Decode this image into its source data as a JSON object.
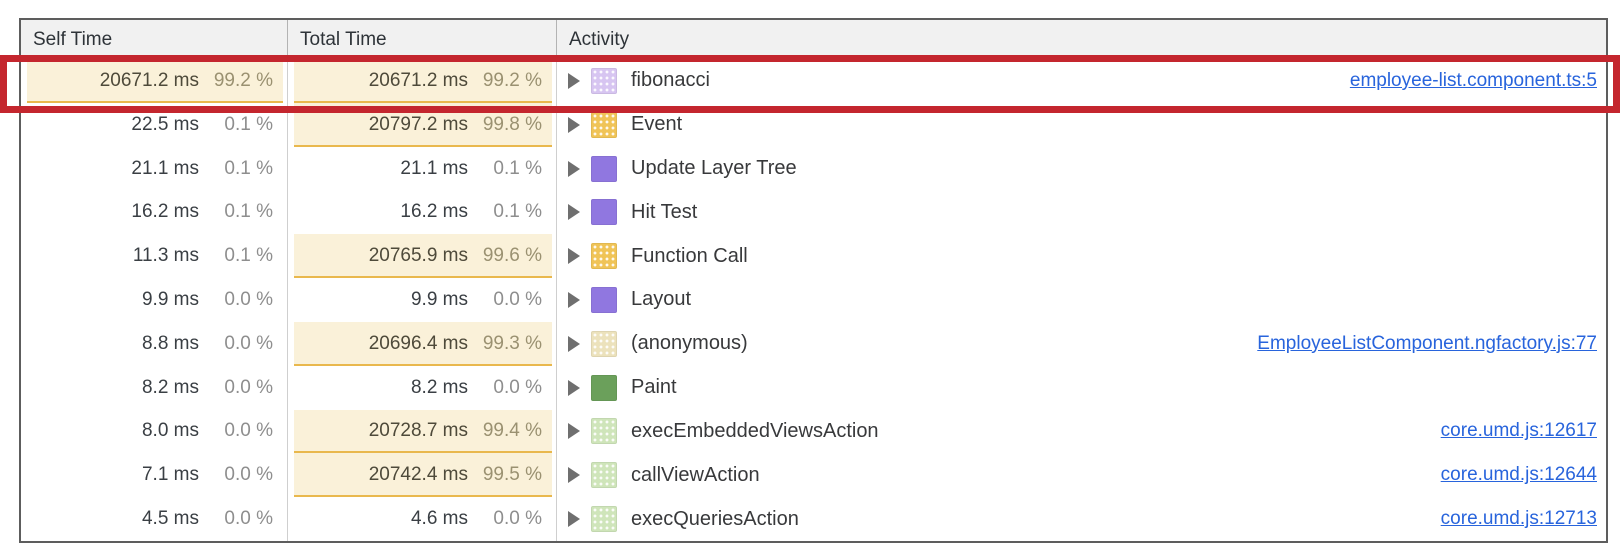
{
  "table": {
    "columns": [
      {
        "label": "Self Time"
      },
      {
        "label": "Total Time"
      },
      {
        "label": "Activity"
      }
    ],
    "rows": [
      {
        "self_time": "20671.2 ms",
        "self_pct": "99.2 %",
        "self_heavy": true,
        "total_time": "20671.2 ms",
        "total_pct": "99.2 %",
        "total_heavy": true,
        "activity": "fibonacci",
        "link": "employee-list.component.ts:5",
        "swatch_color": "#d7c5f1",
        "swatch_dotted": true,
        "swatch_name": "scripting-purple-light"
      },
      {
        "self_time": "22.5 ms",
        "self_pct": "0.1 %",
        "self_heavy": false,
        "total_time": "20797.2 ms",
        "total_pct": "99.8 %",
        "total_heavy": true,
        "activity": "Event",
        "link": "",
        "swatch_color": "#f0c457",
        "swatch_dotted": true,
        "swatch_name": "scripting-gold"
      },
      {
        "self_time": "21.1 ms",
        "self_pct": "0.1 %",
        "self_heavy": false,
        "total_time": "21.1 ms",
        "total_pct": "0.1 %",
        "total_heavy": false,
        "activity": "Update Layer Tree",
        "link": "",
        "swatch_color": "#9077e0",
        "swatch_dotted": false,
        "swatch_name": "rendering-purple"
      },
      {
        "self_time": "16.2 ms",
        "self_pct": "0.1 %",
        "self_heavy": false,
        "total_time": "16.2 ms",
        "total_pct": "0.1 %",
        "total_heavy": false,
        "activity": "Hit Test",
        "link": "",
        "swatch_color": "#9077e0",
        "swatch_dotted": false,
        "swatch_name": "rendering-purple"
      },
      {
        "self_time": "11.3 ms",
        "self_pct": "0.1 %",
        "self_heavy": false,
        "total_time": "20765.9 ms",
        "total_pct": "99.6 %",
        "total_heavy": true,
        "activity": "Function Call",
        "link": "",
        "swatch_color": "#f0c457",
        "swatch_dotted": true,
        "swatch_name": "scripting-gold"
      },
      {
        "self_time": "9.9 ms",
        "self_pct": "0.0 %",
        "self_heavy": false,
        "total_time": "9.9 ms",
        "total_pct": "0.0 %",
        "total_heavy": false,
        "activity": "Layout",
        "link": "",
        "swatch_color": "#9077e0",
        "swatch_dotted": false,
        "swatch_name": "rendering-purple"
      },
      {
        "self_time": "8.8 ms",
        "self_pct": "0.0 %",
        "self_heavy": false,
        "total_time": "20696.4 ms",
        "total_pct": "99.3 %",
        "total_heavy": true,
        "activity": "(anonymous)",
        "link": "EmployeeListComponent.ngfactory.js:77",
        "swatch_color": "#ece2bc",
        "swatch_dotted": true,
        "swatch_name": "scripting-tan"
      },
      {
        "self_time": "8.2 ms",
        "self_pct": "0.0 %",
        "self_heavy": false,
        "total_time": "8.2 ms",
        "total_pct": "0.0 %",
        "total_heavy": false,
        "activity": "Paint",
        "link": "",
        "swatch_color": "#6ba05b",
        "swatch_dotted": false,
        "swatch_name": "painting-green"
      },
      {
        "self_time": "8.0 ms",
        "self_pct": "0.0 %",
        "self_heavy": false,
        "total_time": "20728.7 ms",
        "total_pct": "99.4 %",
        "total_heavy": true,
        "activity": "execEmbeddedViewsAction",
        "link": "core.umd.js:12617",
        "swatch_color": "#cfe5ba",
        "swatch_dotted": true,
        "swatch_name": "scripting-green-light"
      },
      {
        "self_time": "7.1 ms",
        "self_pct": "0.0 %",
        "self_heavy": false,
        "total_time": "20742.4 ms",
        "total_pct": "99.5 %",
        "total_heavy": true,
        "activity": "callViewAction",
        "link": "core.umd.js:12644",
        "swatch_color": "#cfe5ba",
        "swatch_dotted": true,
        "swatch_name": "scripting-green-light"
      },
      {
        "self_time": "4.5 ms",
        "self_pct": "0.0 %",
        "self_heavy": false,
        "total_time": "4.6 ms",
        "total_pct": "0.0 %",
        "total_heavy": false,
        "activity": "execQueriesAction",
        "link": "core.umd.js:12713",
        "swatch_color": "#cfe5ba",
        "swatch_dotted": true,
        "swatch_name": "scripting-green-light"
      }
    ]
  },
  "annotation": {
    "color": "#c4262e"
  },
  "colors": {
    "link_blue": "#2864dc",
    "heavy_bg": "#faf1d9",
    "heavy_underline": "#e9b84d",
    "header_bg": "#f1f1f1",
    "grid_border": "#5d5d5d"
  }
}
